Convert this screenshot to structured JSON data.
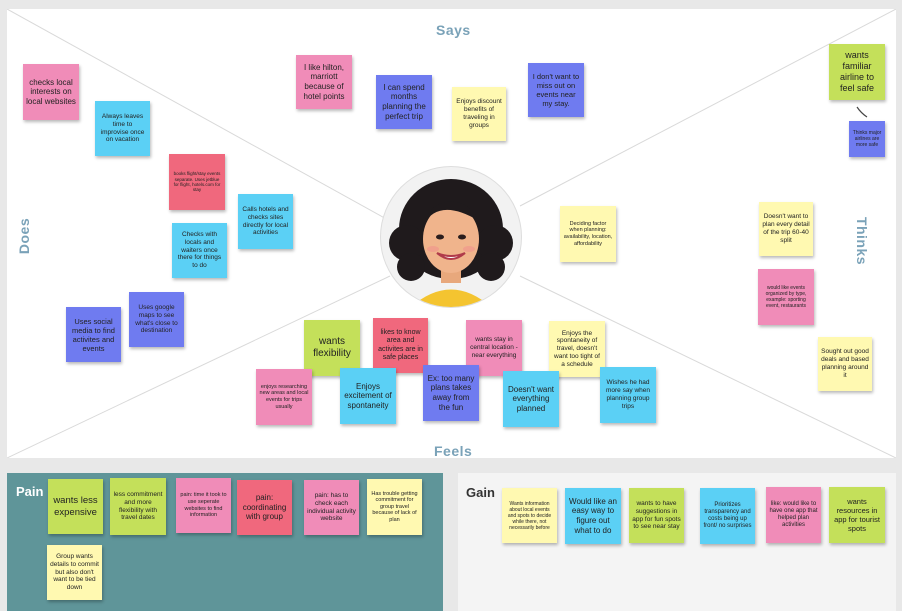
{
  "quadrants": {
    "says": "Says",
    "thinks": "Thinks",
    "does": "Does",
    "feels": "Feels"
  },
  "notes": {
    "says": [
      "I like hilton, marriott because of hotel points",
      "I can spend months planning the perfect trip",
      "Enjoys discount benefits of traveling in groups",
      "I don't want to miss out on events near my stay."
    ],
    "thinks": [
      "wants familiar airline to feel safe",
      "Thinks major airlines are more safe",
      "Deciding factor when planning: availability, location, affordability",
      "Doesn't want to plan every detail of the trip 60-40 split",
      "would like events organized by type, example: sporting event, restaurants",
      "Sought out good deals and based planning around it"
    ],
    "does": [
      "checks local interests on local websites",
      "Always leaves time to improvise once on vacation",
      "books flight/stay events separate. Uses jetblue for flight, hotels.com for stay",
      "Calls hotels and checks sites directly for local activities",
      "Checks with locals and waiters once there for things to do",
      "Uses google maps to see what's close to destination",
      "Uses social media to find activites and events"
    ],
    "feels": [
      "wants flexibility",
      "likes to know area and activites are in safe places",
      "wants stay in central location - near everything",
      "Enjoys the spontaneity of travel, doesn't want too tight of a schedule",
      "enjoys researching new areas and local events for trips usually",
      "Enjoys excitement of spontaneity",
      "Ex: too many plans takes away from the fun",
      "Doesn't want everything planned",
      "Wishes he had more say when planning group trips"
    ]
  },
  "pain": {
    "title": "Pain",
    "notes": [
      "wants less expensive",
      "less commitment and more flexibility with travel dates",
      "pain: time it took to use seperate websites to find information",
      "pain: coordinating with group",
      "pain: has to check each individual activity website",
      "Has trouble getting commitment for group travel because of lack of plan",
      "Group wants details to commit but also don't want to be tied down"
    ]
  },
  "gain": {
    "title": "Gain",
    "notes": [
      "Wants information about local events and spots to decide while there, not necessarily before",
      "Would like an easy way to figure out what to do",
      "wants to have suggestions in app for fun spots to see near stay",
      "Prioritizes transparency and costs being up front/ no surprises",
      "like: would like to have one app that helped plan activities",
      "wants resources in app for tourist spots"
    ]
  },
  "colors": {
    "yellow": "#fff9b1",
    "cyan": "#5bd0f5",
    "blue": "#6f7bf0",
    "pink": "#f08cb8",
    "green": "#c4e05a",
    "red": "#f0687d",
    "pain_bg": "#5f9599",
    "gain_bg": "#f4f4f4",
    "quadrant_label": "#7aa2b8"
  },
  "persona": {
    "avatar": "persona-illustration"
  }
}
